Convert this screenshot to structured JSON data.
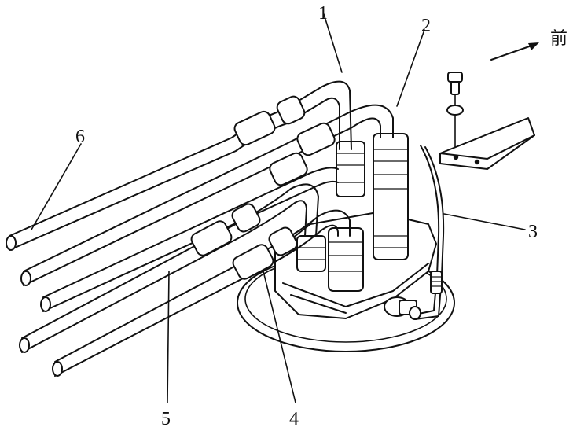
{
  "direction_label": "前",
  "callouts": [
    {
      "id": "1",
      "text": "1"
    },
    {
      "id": "2",
      "text": "2"
    },
    {
      "id": "3",
      "text": "3"
    },
    {
      "id": "4",
      "text": "4"
    },
    {
      "id": "5",
      "text": "5"
    },
    {
      "id": "6",
      "text": "6"
    }
  ]
}
